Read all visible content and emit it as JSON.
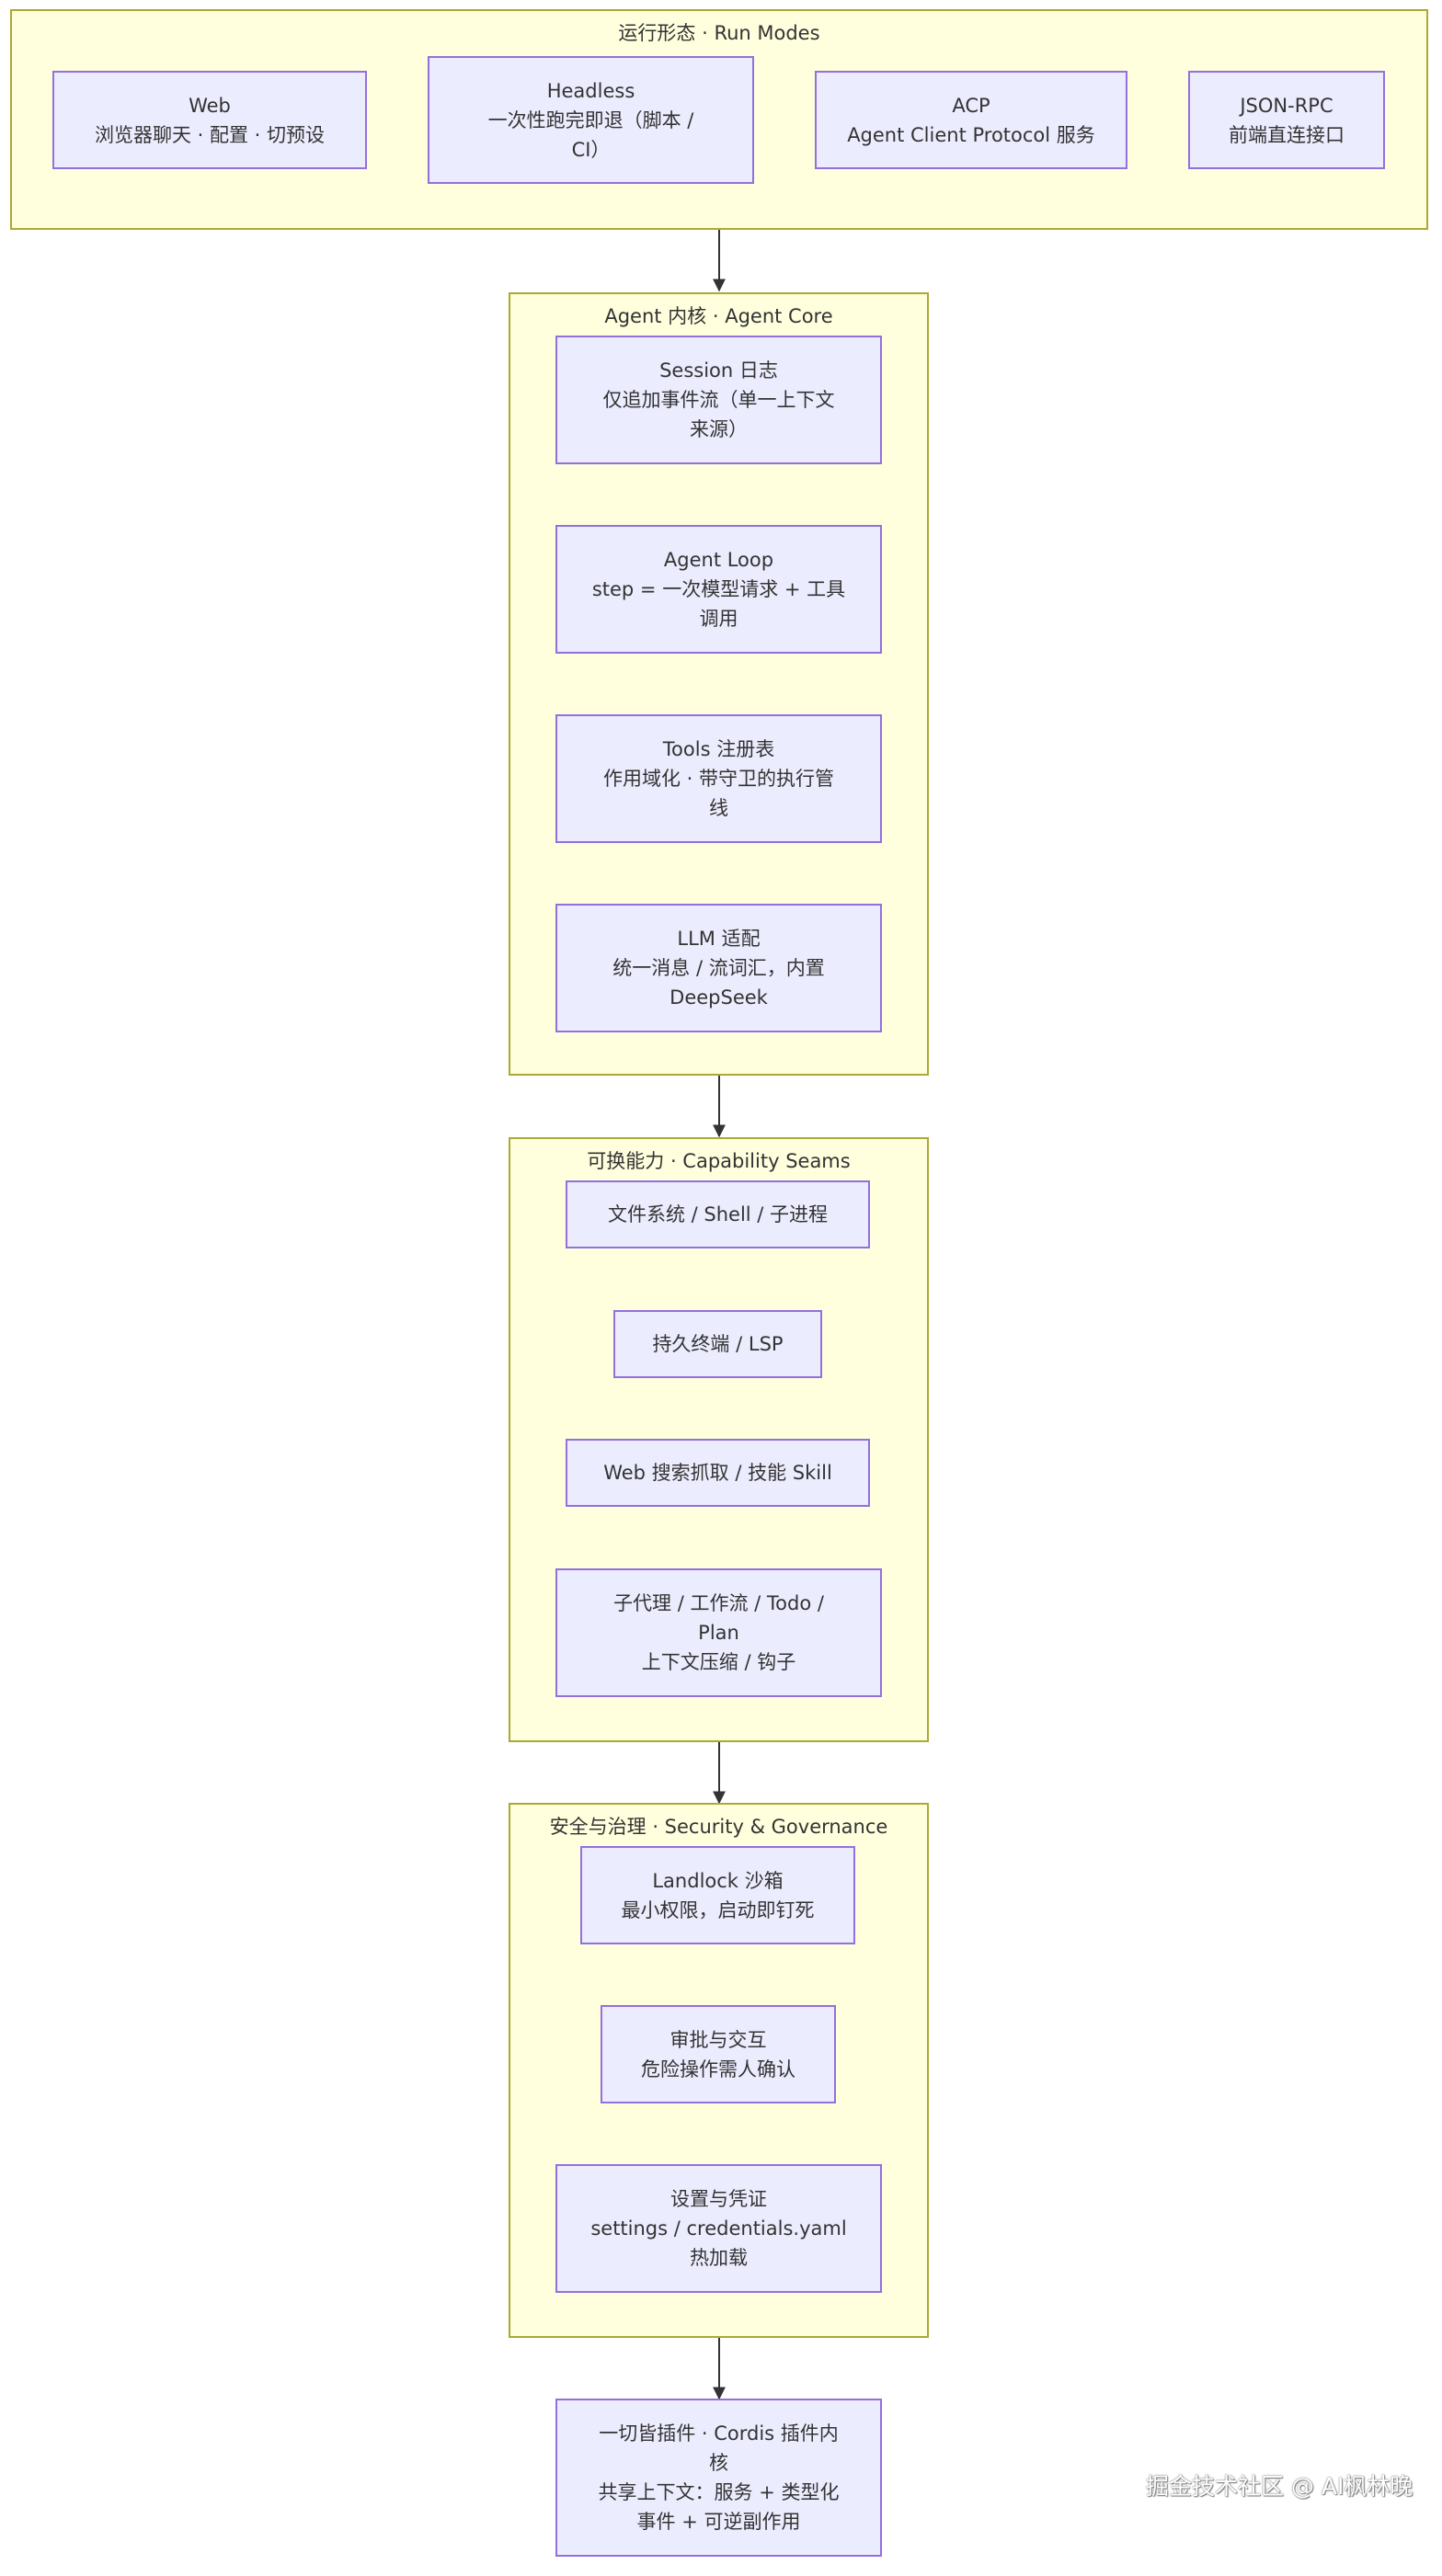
{
  "clusters": {
    "run_modes": {
      "title": "运行形态 · Run Modes",
      "nodes": {
        "web": [
          "Web",
          "浏览器聊天 · 配置 · 切预设"
        ],
        "headless": [
          "Headless",
          "一次性跑完即退（脚本 /",
          "CI）"
        ],
        "acp": [
          "ACP",
          "Agent Client Protocol 服务"
        ],
        "jsonrpc": [
          "JSON-RPC",
          "前端直连接口"
        ]
      }
    },
    "agent_core": {
      "title": "Agent 内核 · Agent Core",
      "nodes": {
        "session": [
          "Session 日志",
          "仅追加事件流（单一上下文",
          "来源）"
        ],
        "loop": [
          "Agent Loop",
          "step = 一次模型请求 + 工具",
          "调用"
        ],
        "tools": [
          "Tools 注册表",
          "作用域化 · 带守卫的执行管",
          "线"
        ],
        "llm": [
          "LLM 适配",
          "统一消息 / 流词汇，内置",
          "DeepSeek"
        ]
      }
    },
    "capability": {
      "title": "可换能力 · Capability Seams",
      "nodes": {
        "fs": [
          "文件系统 / Shell / 子进程"
        ],
        "terminal": [
          "持久终端 / LSP"
        ],
        "websearch": [
          "Web 搜索抓取 / 技能 Skill"
        ],
        "subagent": [
          "子代理 / 工作流 / Todo /",
          "Plan",
          "上下文压缩 / 钩子"
        ]
      }
    },
    "security": {
      "title": "安全与治理 · Security & Governance",
      "nodes": {
        "landlock": [
          "Landlock 沙箱",
          "最小权限，启动即钉死"
        ],
        "approval": [
          "审批与交互",
          "危险操作需人确认"
        ],
        "settings": [
          "设置与凭证",
          "settings / credentials.yaml",
          "热加载"
        ]
      }
    }
  },
  "plugin_node": [
    "一切皆插件 · Cordis 插件内",
    "核",
    "共享上下文：服务 + 类型化",
    "事件 + 可逆副作用"
  ],
  "watermark": "掘金技术社区 @ AI枫林晚",
  "colors": {
    "cluster_fill": "#ffffde",
    "cluster_border": "#aaaa33",
    "node_fill": "#ececff",
    "node_border": "#9370db",
    "edge": "#333333"
  }
}
